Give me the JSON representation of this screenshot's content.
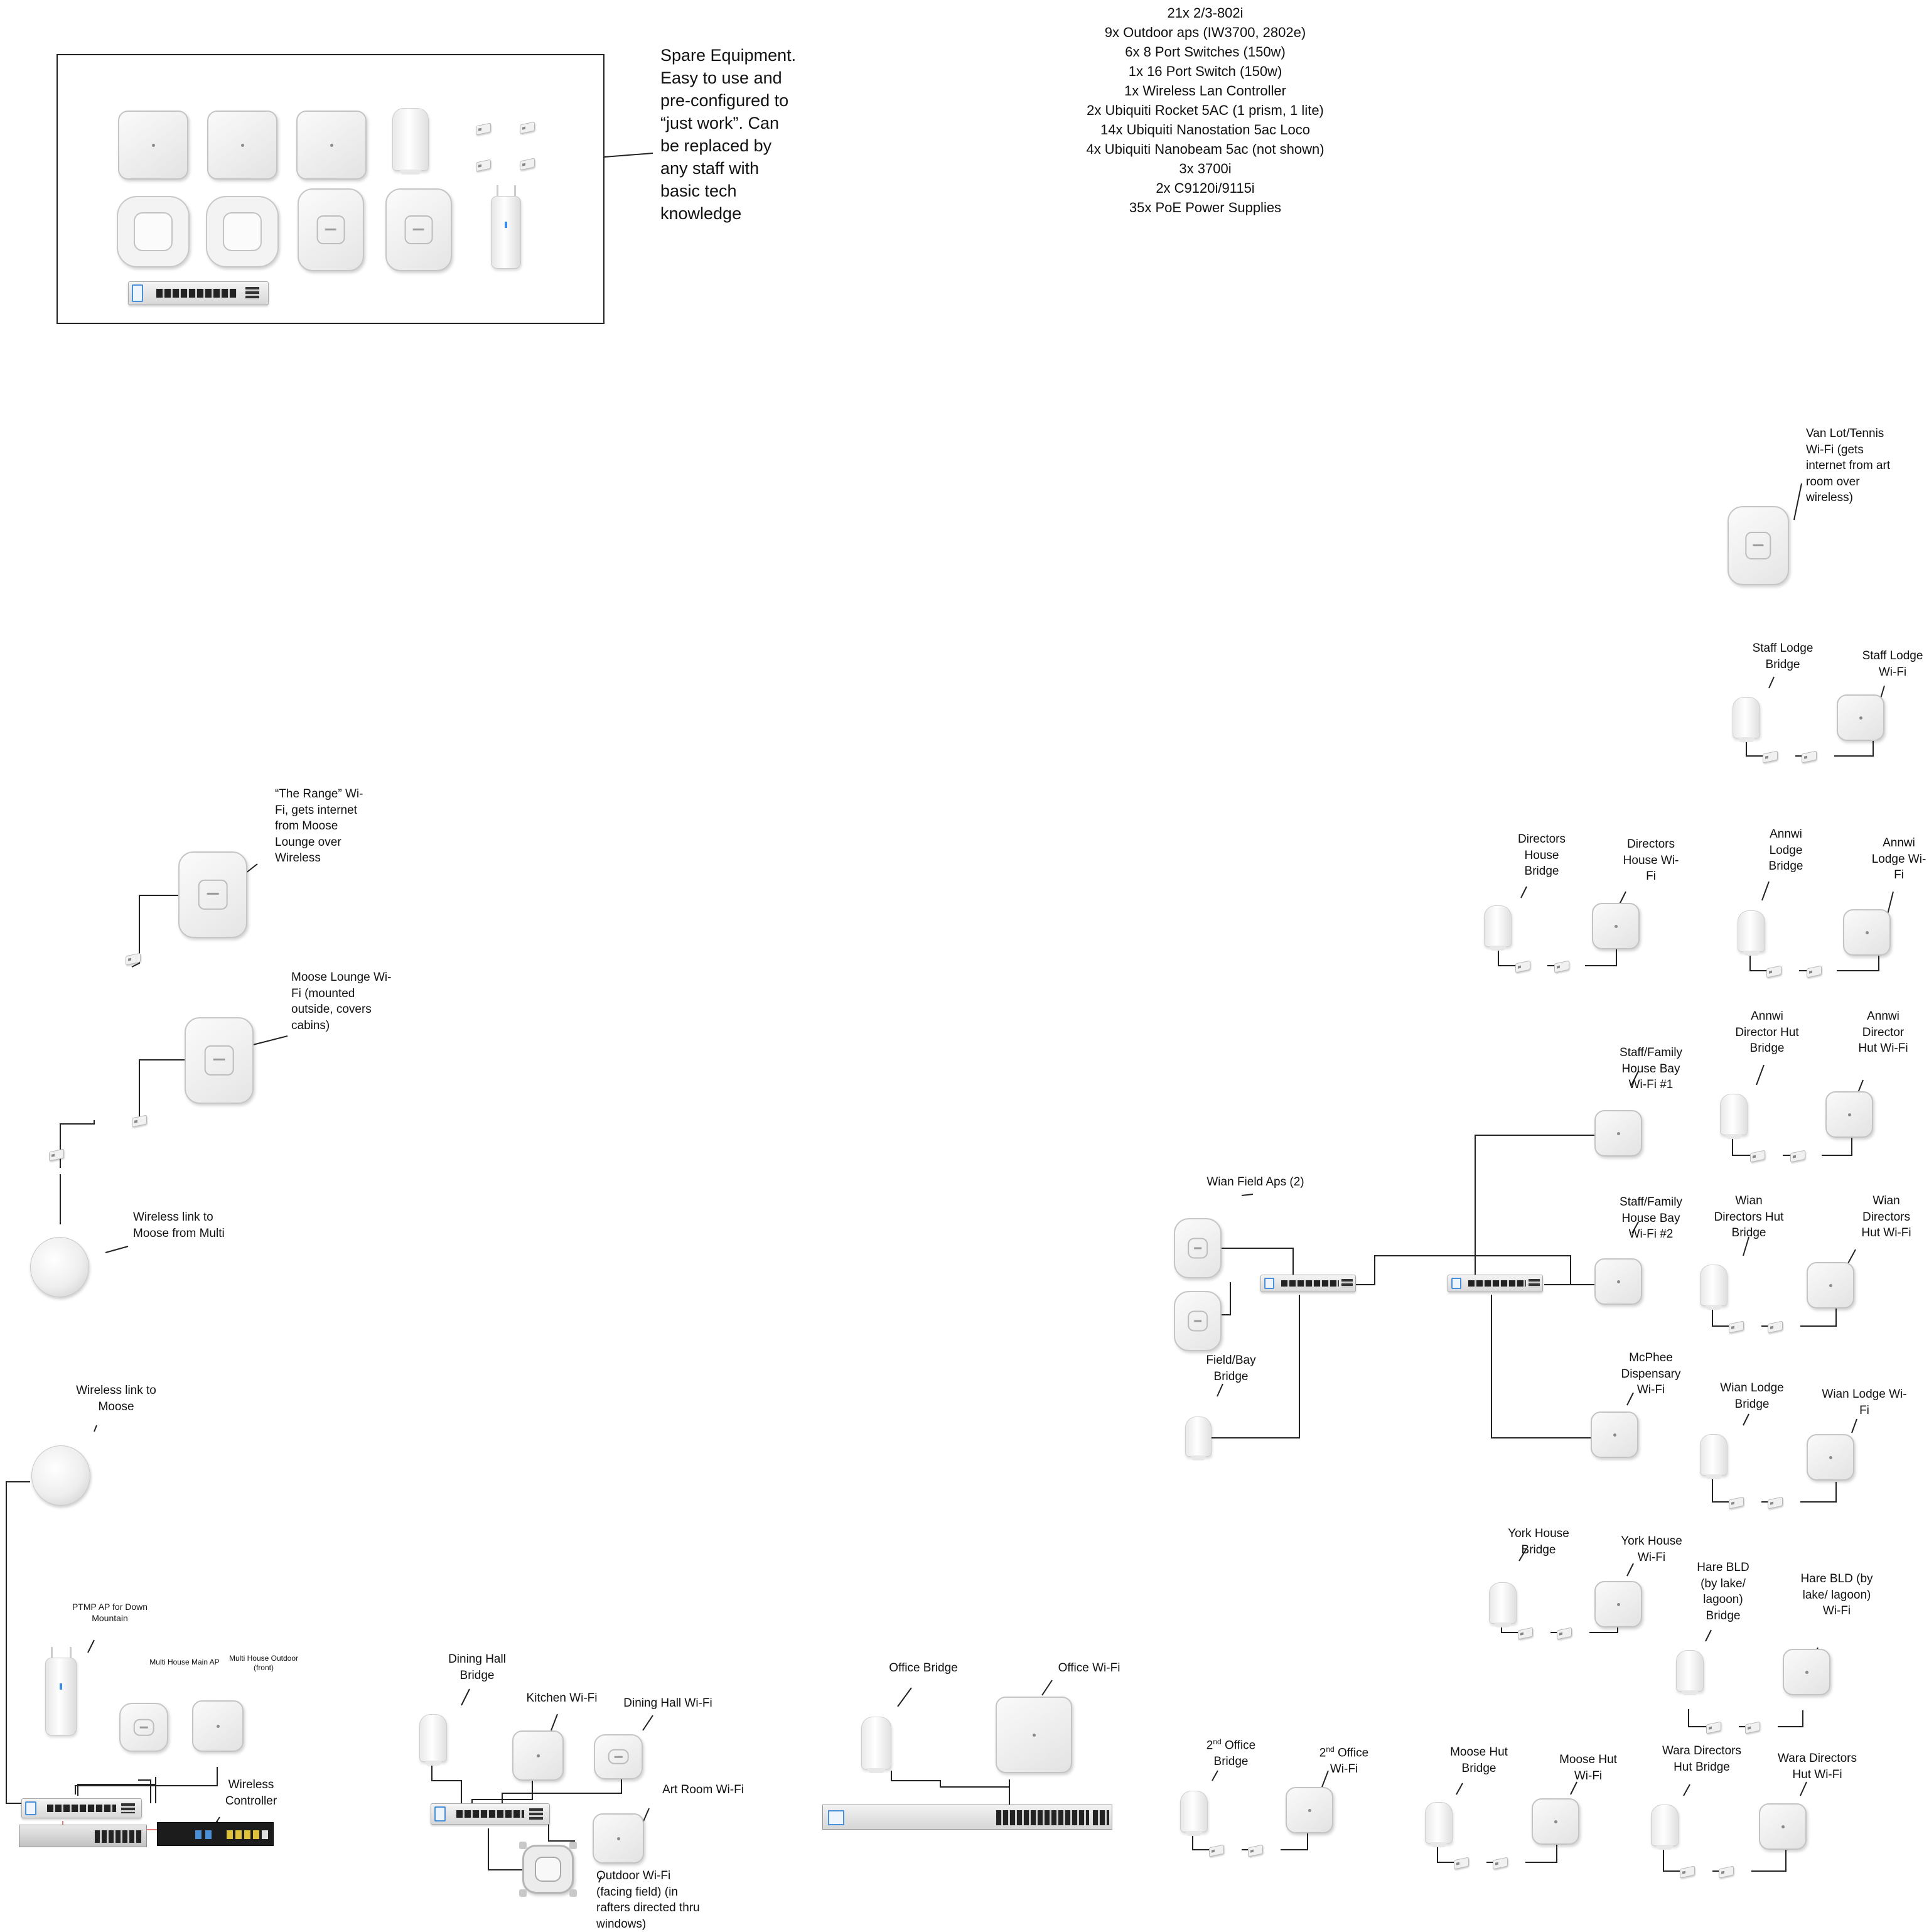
{
  "inventory": [
    "21x 2/3-802i",
    "9x Outdoor aps (IW3700, 2802e)",
    "6x 8 Port Switches (150w)",
    "1x 16 Port Switch (150w)",
    "1x Wireless Lan Controller",
    "2x Ubiquiti Rocket 5AC (1 prism, 1 lite)",
    "14x Ubiquiti Nanostation 5ac Loco",
    "4x Ubiquiti Nanobeam 5ac (not shown)",
    "3x 3700i",
    "2x C9120i/9115i",
    "35x PoE Power Supplies"
  ],
  "spare": {
    "note": "Spare Equipment. Easy to use and pre-configured to “just work”. Can be replaced by any staff with basic tech knowledge"
  },
  "labels": {
    "van_lot": "Van Lot/Tennis Wi-Fi (gets internet from art room over wireless)",
    "staff_lodge_bridge": "Staff Lodge Bridge",
    "staff_lodge_wifi": "Staff Lodge Wi-Fi",
    "directors_house_bridge": "Directors House Bridge",
    "directors_house_wifi": "Directors House Wi-Fi",
    "annwi_lodge_bridge": "Annwi Lodge Bridge",
    "annwi_lodge_wifi": "Annwi Lodge Wi-Fi",
    "staff_family_1": "Staff/Family House Bay Wi-Fi #1",
    "annwi_dir_hut_bridge": "Annwi Director Hut Bridge",
    "annwi_dir_hut_wifi": "Annwi Director Hut Wi-Fi",
    "wian_field_aps": "Wian Field Aps (2)",
    "staff_family_2": "Staff/Family House Bay Wi-Fi #2",
    "wian_dir_hut_bridge": "Wian Directors Hut Bridge",
    "wian_dir_hut_wifi": "Wian Directors Hut Wi-Fi",
    "field_bay_bridge": "Field/Bay Bridge",
    "mcphee": "McPhee Dispensary Wi-Fi",
    "wian_lodge_bridge": "Wian Lodge Bridge",
    "wian_lodge_wifi": "Wian Lodge Wi-Fi",
    "york_house_bridge": "York House Bridge",
    "york_house_wifi": "York House Wi-Fi",
    "hare_bridge": "Hare BLD (by lake/ lagoon) Bridge",
    "hare_wifi": "Hare BLD (by lake/ lagoon) Wi-Fi",
    "second_office_bridge_pre": "2",
    "second_office_sup": "nd",
    "second_office_bridge_post": " Office Bridge",
    "second_office_wifi_post": " Office Wi-Fi",
    "moose_hut_bridge": "Moose Hut Bridge",
    "moose_hut_wifi": "Moose Hut Wi-Fi",
    "wara_bridge": "Wara Directors Hut Bridge",
    "wara_wifi": "Wara Directors Hut Wi-Fi",
    "office_bridge": "Office Bridge",
    "office_wifi": "Office Wi-Fi",
    "dining_hall_bridge": "Dining Hall Bridge",
    "kitchen_wifi": "Kitchen Wi-Fi",
    "dining_hall_wifi": "Dining Hall Wi-Fi",
    "art_room_wifi": "Art Room Wi-Fi",
    "outdoor_wifi": "Outdoor Wi-Fi (facing field) (in rafters directed thru windows)",
    "the_range": "“The Range” Wi-Fi, gets internet from Moose Lounge over Wireless",
    "moose_lounge": "Moose Lounge Wi-Fi (mounted outside, covers cabins)",
    "wireless_link_multi": "Wireless link to Moose from Multi",
    "wireless_link_moose": "Wireless link to Moose",
    "ptmp": "PTMP AP for Down Mountain",
    "multi_main": "Multi House Main AP",
    "multi_outdoor": "Multi House Outdoor (front)",
    "wireless_controller": "Wireless Controller"
  }
}
